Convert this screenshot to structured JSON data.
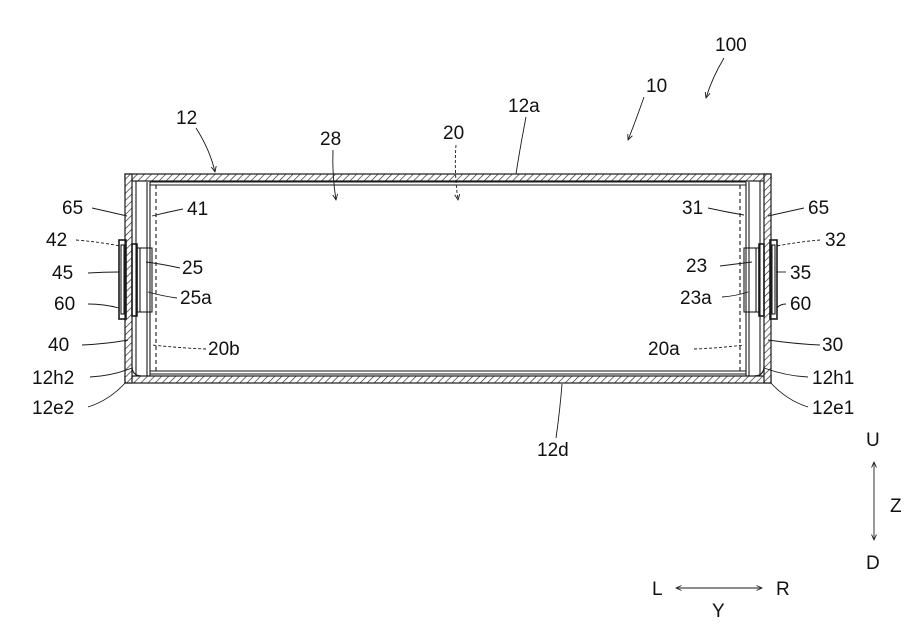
{
  "labels": {
    "l100": "100",
    "l10": "10",
    "l12": "12",
    "l12a": "12a",
    "l28": "28",
    "l20": "20",
    "l65_left": "65",
    "l41": "41",
    "l42": "42",
    "l45": "45",
    "l25": "25",
    "l60_left": "60",
    "l25a": "25a",
    "l40": "40",
    "l20b": "20b",
    "l12h2": "12h2",
    "l12e2": "12e2",
    "l31": "31",
    "l65_right": "65",
    "l32": "32",
    "l23": "23",
    "l35": "35",
    "l23a": "23a",
    "l60_right": "60",
    "l20a": "20a",
    "l30": "30",
    "l12h1": "12h1",
    "l12e1": "12e1",
    "l12d": "12d"
  },
  "axes": {
    "u": "U",
    "d": "D",
    "z": "Z",
    "l": "L",
    "r": "R",
    "y": "Y"
  }
}
